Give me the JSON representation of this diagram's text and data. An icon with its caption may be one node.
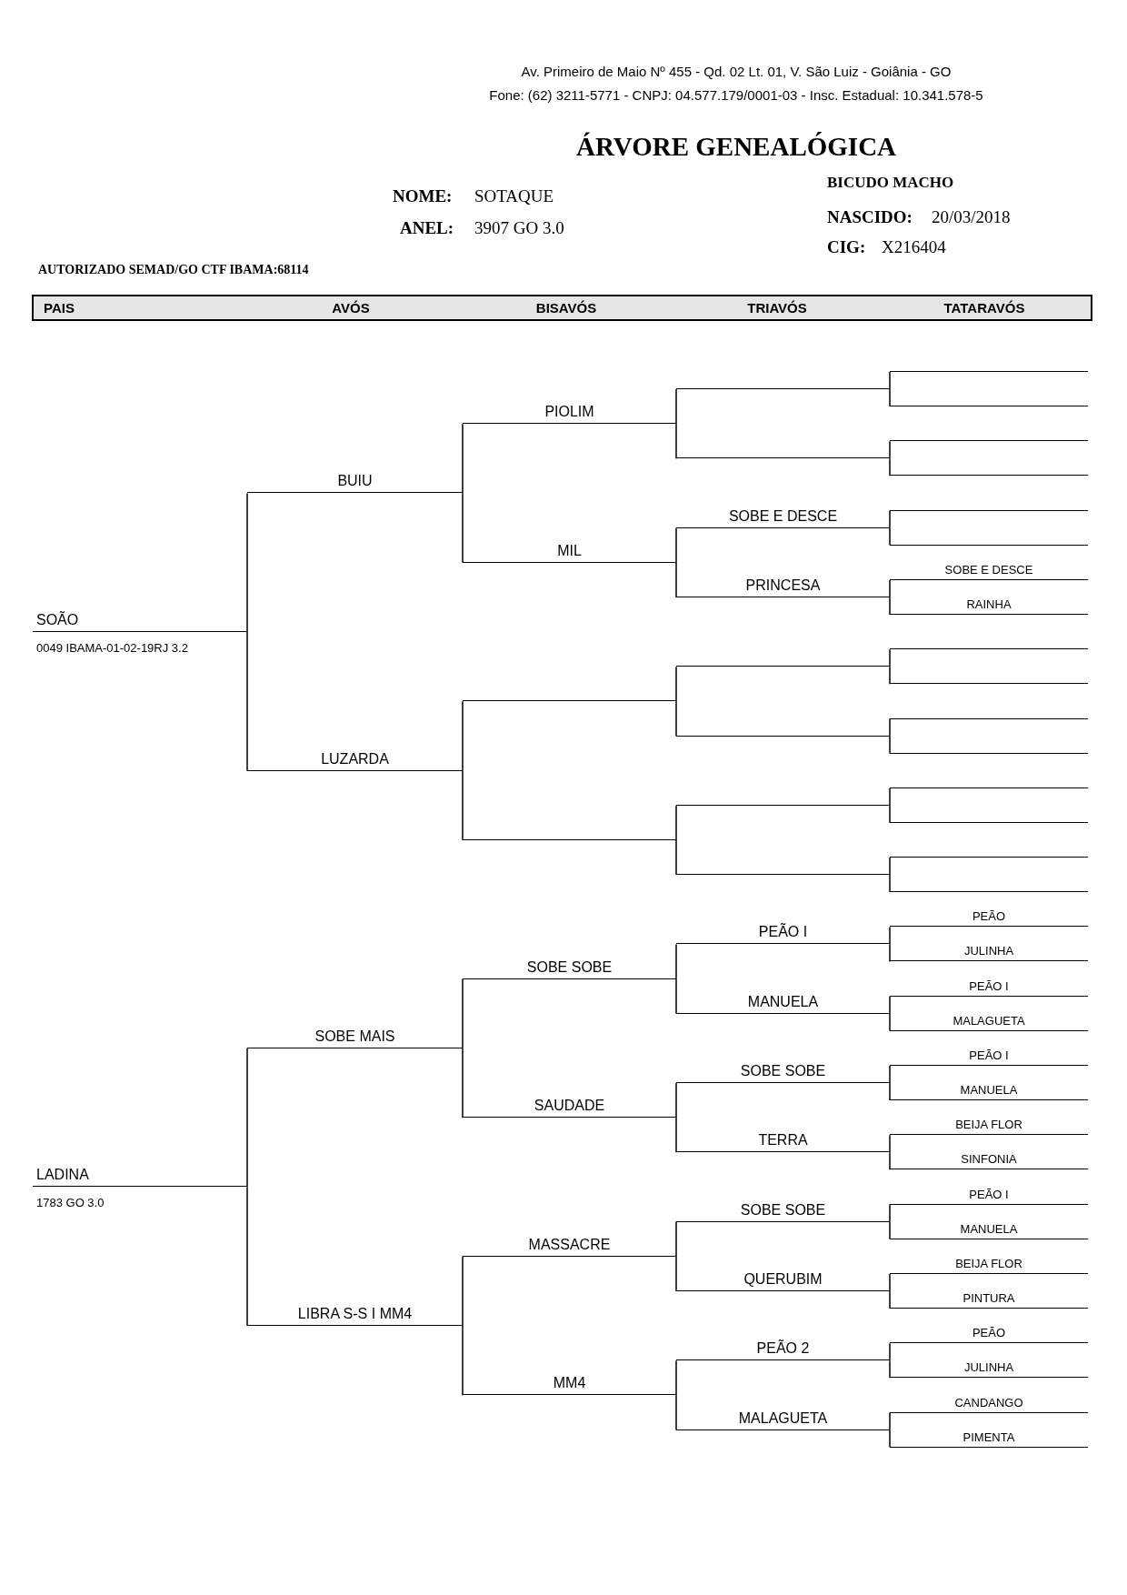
{
  "diagram": {
    "title": "ÁRVORE GENEALÓGICA",
    "nodes": [
      {
        "text": [
          "SOÃO"
        ],
        "beside": [
          "0049 IBAMA-01-02-19RJ 3.2"
        ]
      },
      {
        "text": [
          "LADINA"
        ],
        "beside": [
          "1783 GO 3.0"
        ]
      },
      {
        "text": [
          "BUIU"
        ]
      },
      {
        "text": [
          "LUZARDA"
        ]
      },
      {
        "text": [
          "SOBE MAIS"
        ]
      },
      {
        "text": [
          "LIBRA S-S I MM4"
        ]
      },
      {
        "text": [
          "PIOLIM"
        ]
      },
      {
        "text": [
          "MIL"
        ]
      },
      {
        "text": [],
        "shape": "line"
      },
      {
        "text": [],
        "shape": "line"
      },
      {
        "text": [
          "SOBE SOBE"
        ]
      },
      {
        "text": [
          "SAUDADE"
        ]
      },
      {
        "text": [
          "MASSACRE"
        ]
      },
      {
        "text": [
          "MM4"
        ]
      },
      {
        "text": [],
        "shape": "line"
      },
      {
        "text": [],
        "shape": "line"
      },
      {
        "text": [
          "SOBE E DESCE"
        ]
      },
      {
        "text": [
          "PRINCESA"
        ]
      },
      {
        "text": [],
        "shape": "line"
      },
      {
        "text": [],
        "shape": "line"
      },
      {
        "text": [],
        "shape": "line"
      },
      {
        "text": [],
        "shape": "line"
      },
      {
        "text": [
          "PEÃO I"
        ]
      },
      {
        "text": [
          "MANUELA"
        ]
      },
      {
        "text": [
          "SOBE SOBE"
        ]
      },
      {
        "text": [
          "TERRA"
        ]
      },
      {
        "text": [
          "SOBE SOBE"
        ]
      },
      {
        "text": [
          "QUERUBIM"
        ]
      },
      {
        "text": [
          "PEÃO 2"
        ]
      },
      {
        "text": [
          "MALAGUETA"
        ]
      },
      {
        "text": [],
        "shape": "line"
      },
      {
        "text": [],
        "shape": "line"
      },
      {
        "text": [],
        "shape": "line"
      },
      {
        "text": [],
        "shape": "line"
      },
      {
        "text": [],
        "shape": "line"
      },
      {
        "text": [],
        "shape": "line"
      },
      {
        "text": [
          "SOBE E DESCE"
        ]
      },
      {
        "text": [
          "RAINHA"
        ]
      },
      {
        "text": [],
        "shape": "line"
      },
      {
        "text": [],
        "shape": "line"
      },
      {
        "text": [],
        "shape": "line"
      },
      {
        "text": [],
        "shape": "line"
      },
      {
        "text": [],
        "shape": "line"
      },
      {
        "text": [],
        "shape": "line"
      },
      {
        "text": [],
        "shape": "line"
      },
      {
        "text": [],
        "shape": "line"
      },
      {
        "text": [
          "PEÃO"
        ]
      },
      {
        "text": [
          "JULINHA"
        ]
      },
      {
        "text": [
          "PEÃO I"
        ]
      },
      {
        "text": [
          "MALAGUETA"
        ]
      },
      {
        "text": [
          "PEÃO I"
        ]
      },
      {
        "text": [
          "MANUELA"
        ]
      },
      {
        "text": [
          "BEIJA FLOR"
        ]
      },
      {
        "text": [
          "SINFONIA"
        ]
      },
      {
        "text": [
          "PEÃO I"
        ]
      },
      {
        "text": [
          "MANUELA"
        ]
      },
      {
        "text": [
          "BEIJA FLOR"
        ]
      },
      {
        "text": [
          "PINTURA"
        ]
      },
      {
        "text": [
          "PEÃO"
        ]
      },
      {
        "text": [
          "JULINHA"
        ]
      },
      {
        "text": [
          "CANDANGO"
        ]
      },
      {
        "text": [
          "PIMENTA"
        ]
      }
    ],
    "edges": [
      {
        "from": 0,
        "to": 2,
        "arrow": "none"
      },
      {
        "from": 0,
        "to": 3,
        "arrow": "none"
      },
      {
        "from": 1,
        "to": 4,
        "arrow": "none"
      },
      {
        "from": 1,
        "to": 5,
        "arrow": "none"
      },
      {
        "from": 2,
        "to": 6,
        "arrow": "none"
      },
      {
        "from": 2,
        "to": 7,
        "arrow": "none"
      },
      {
        "from": 3,
        "to": 8,
        "arrow": "none"
      },
      {
        "from": 3,
        "to": 9,
        "arrow": "none"
      },
      {
        "from": 4,
        "to": 10,
        "arrow": "none"
      },
      {
        "from": 4,
        "to": 11,
        "arrow": "none"
      },
      {
        "from": 5,
        "to": 12,
        "arrow": "none"
      },
      {
        "from": 5,
        "to": 13,
        "arrow": "none"
      },
      {
        "from": 6,
        "to": 14,
        "arrow": "none"
      },
      {
        "from": 6,
        "to": 15,
        "arrow": "none"
      },
      {
        "from": 7,
        "to": 16,
        "arrow": "none"
      },
      {
        "from": 7,
        "to": 17,
        "arrow": "none"
      },
      {
        "from": 8,
        "to": 18,
        "arrow": "none"
      },
      {
        "from": 8,
        "to": 19,
        "arrow": "none"
      },
      {
        "from": 9,
        "to": 20,
        "arrow": "none"
      },
      {
        "from": 9,
        "to": 21,
        "arrow": "none"
      },
      {
        "from": 10,
        "to": 22,
        "arrow": "none"
      },
      {
        "from": 10,
        "to": 23,
        "arrow": "none"
      },
      {
        "from": 11,
        "to": 24,
        "arrow": "none"
      },
      {
        "from": 11,
        "to": 25,
        "arrow": "none"
      },
      {
        "from": 12,
        "to": 26,
        "arrow": "none"
      },
      {
        "from": 12,
        "to": 27,
        "arrow": "none"
      },
      {
        "from": 13,
        "to": 28,
        "arrow": "none"
      },
      {
        "from": 13,
        "to": 29,
        "arrow": "none"
      },
      {
        "from": 14,
        "to": 30,
        "arrow": "none"
      },
      {
        "from": 14,
        "to": 31,
        "arrow": "none"
      },
      {
        "from": 15,
        "to": 32,
        "arrow": "none"
      },
      {
        "from": 15,
        "to": 33,
        "arrow": "none"
      },
      {
        "from": 16,
        "to": 34,
        "arrow": "none"
      },
      {
        "from": 16,
        "to": 35,
        "arrow": "none"
      },
      {
        "from": 17,
        "to": 36,
        "arrow": "none"
      },
      {
        "from": 17,
        "to": 37,
        "arrow": "none"
      },
      {
        "from": 18,
        "to": 38,
        "arrow": "none"
      },
      {
        "from": 18,
        "to": 39,
        "arrow": "none"
      },
      {
        "from": 19,
        "to": 40,
        "arrow": "none"
      },
      {
        "from": 19,
        "to": 41,
        "arrow": "none"
      },
      {
        "from": 20,
        "to": 42,
        "arrow": "none"
      },
      {
        "from": 20,
        "to": 43,
        "arrow": "none"
      },
      {
        "from": 21,
        "to": 44,
        "arrow": "none"
      },
      {
        "from": 21,
        "to": 45,
        "arrow": "none"
      },
      {
        "from": 22,
        "to": 46,
        "arrow": "none"
      },
      {
        "from": 22,
        "to": 47,
        "arrow": "none"
      },
      {
        "from": 23,
        "to": 48,
        "arrow": "none"
      },
      {
        "from": 23,
        "to": 49,
        "arrow": "none"
      },
      {
        "from": 24,
        "to": 50,
        "arrow": "none"
      },
      {
        "from": 24,
        "to": 51,
        "arrow": "none"
      },
      {
        "from": 25,
        "to": 52,
        "arrow": "none"
      },
      {
        "from": 25,
        "to": 53,
        "arrow": "none"
      },
      {
        "from": 26,
        "to": 54,
        "arrow": "none"
      },
      {
        "from": 26,
        "to": 55,
        "arrow": "none"
      },
      {
        "from": 27,
        "to": 56,
        "arrow": "none"
      },
      {
        "from": 27,
        "to": 57,
        "arrow": "none"
      },
      {
        "from": 28,
        "to": 58,
        "arrow": "none"
      },
      {
        "from": 28,
        "to": 59,
        "arrow": "none"
      },
      {
        "from": 29,
        "to": 60,
        "arrow": "none"
      },
      {
        "from": 29,
        "to": 61,
        "arrow": "none"
      }
    ],
    "labels": [
      "Av. Primeiro de Maio Nº 455 - Qd. 02 Lt. 01, V. São Luiz - Goiânia - GO",
      "Fone: (62) 3211-5771 - CNPJ: 04.577.179/0001-03 - Insc. Estadual: 10.341.578-5",
      "NOME:",
      "SOTAQUE",
      "ANEL:",
      "3907 GO 3.0",
      "BICUDO MACHO",
      "NASCIDO:",
      "20/03/2018",
      "CIG:",
      "X216404",
      "AUTORIZADO SEMAD/GO CTF IBAMA:68114",
      "PAIS",
      "AVÓS",
      "BISAVÓS",
      "TRIAVÓS",
      "TATARAVÓS"
    ]
  }
}
